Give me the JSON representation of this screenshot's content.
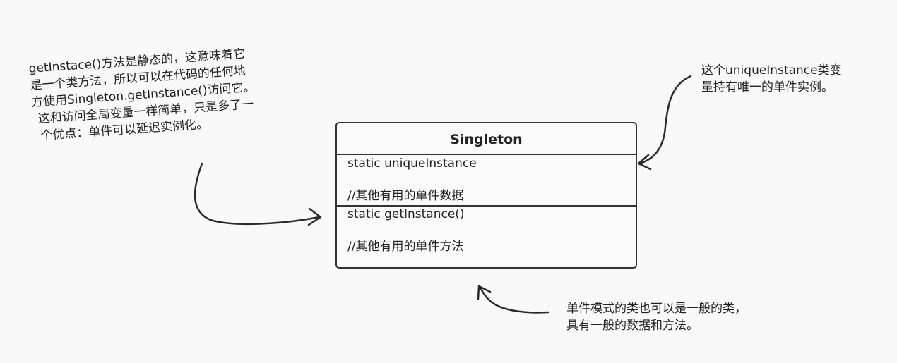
{
  "notes": {
    "left": {
      "lines": [
        "getInstace()方法是静态的，这意味着它",
        "是一个类方法，所以可以在代码的任何地",
        "方使用Singleton.getInstance()访问它。",
        "这和访问全局变量一样简单，只是多了一",
        "个优点：单件可以延迟实例化。"
      ]
    },
    "right_top": {
      "lines": [
        "这个uniqueInstance类变",
        "量持有唯一的单件实例。"
      ]
    },
    "bottom": {
      "lines": [
        "单件模式的类也可以是一般的类，",
        "具有一般的数据和方法。"
      ]
    }
  },
  "uml_class": {
    "name": "Singleton",
    "attributes": [
      "static uniqueInstance",
      "//其他有用的单件数据"
    ],
    "methods": [
      "static getInstance()",
      "//其他有用的单件方法"
    ]
  }
}
